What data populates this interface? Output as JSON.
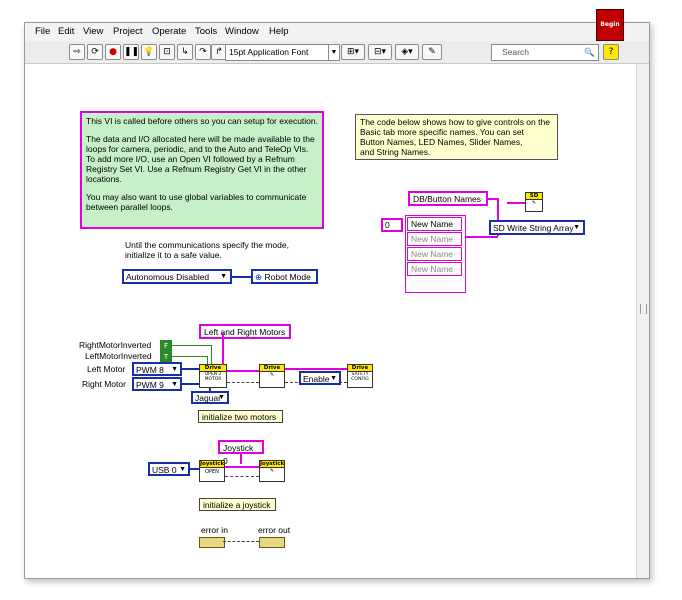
{
  "menu": [
    "File",
    "Edit",
    "View",
    "Project",
    "Operate",
    "Tools",
    "Window",
    "Help"
  ],
  "toolbar": {
    "font": "15pt Application Font",
    "search_placeholder": "Search",
    "begin_label": "Begin"
  },
  "comment_main": [
    "This VI is called before others so you can setup for execution.",
    "",
    "The data and I/O allocated here will be made available to the",
    "loops for camera, periodic, and to the Auto and TeleOp VIs.",
    "To add more I/O, use an Open VI followed by a Refnum",
    "Registry Set VI.  Use a Refnum Registry Get VI in the other",
    "locations.",
    "",
    "You may also want to use global variables to communicate",
    "between parallel loops."
  ],
  "comment_names": [
    "The code below shows how to give controls on the",
    "Basic tab more specific names. You can set",
    "Button Names, LED Names, Slider Names,",
    "and String Names."
  ],
  "mode_note": [
    "Until the communications specify the mode,",
    "initialize it to a safe value."
  ],
  "mode": {
    "value": "Autonomous Disabled",
    "target": "Robot Mode"
  },
  "names": {
    "header": "DB/Button Names",
    "index": "0",
    "items": [
      "New Name",
      "New Name",
      "New Name",
      "New Name"
    ],
    "method": "SD Write String Array"
  },
  "motors": {
    "title": "Left and Right Motors",
    "right_inverted_label": "RightMotorInverted",
    "left_inverted_label": "LeftMotorInverted",
    "right_inverted_value": "F",
    "left_inverted_value": "T",
    "left_label": "Left Motor",
    "right_label": "Right Motor",
    "left_pwm": "PWM 8",
    "right_pwm": "PWM 9",
    "controller": "Jaguar",
    "enable": "Enable",
    "open_2motor": "OPEN 2 MOTOR",
    "safety_config": "SAFETY CONFIG",
    "drive_label": "Drive",
    "note": "initialize two motors"
  },
  "joystick": {
    "title": "Joystick 0",
    "usb": "USB 0",
    "open_label": "OPEN",
    "note": "initialize a joystick",
    "hdr": "Joystick"
  },
  "errors": {
    "in": "error in",
    "out": "error out"
  }
}
